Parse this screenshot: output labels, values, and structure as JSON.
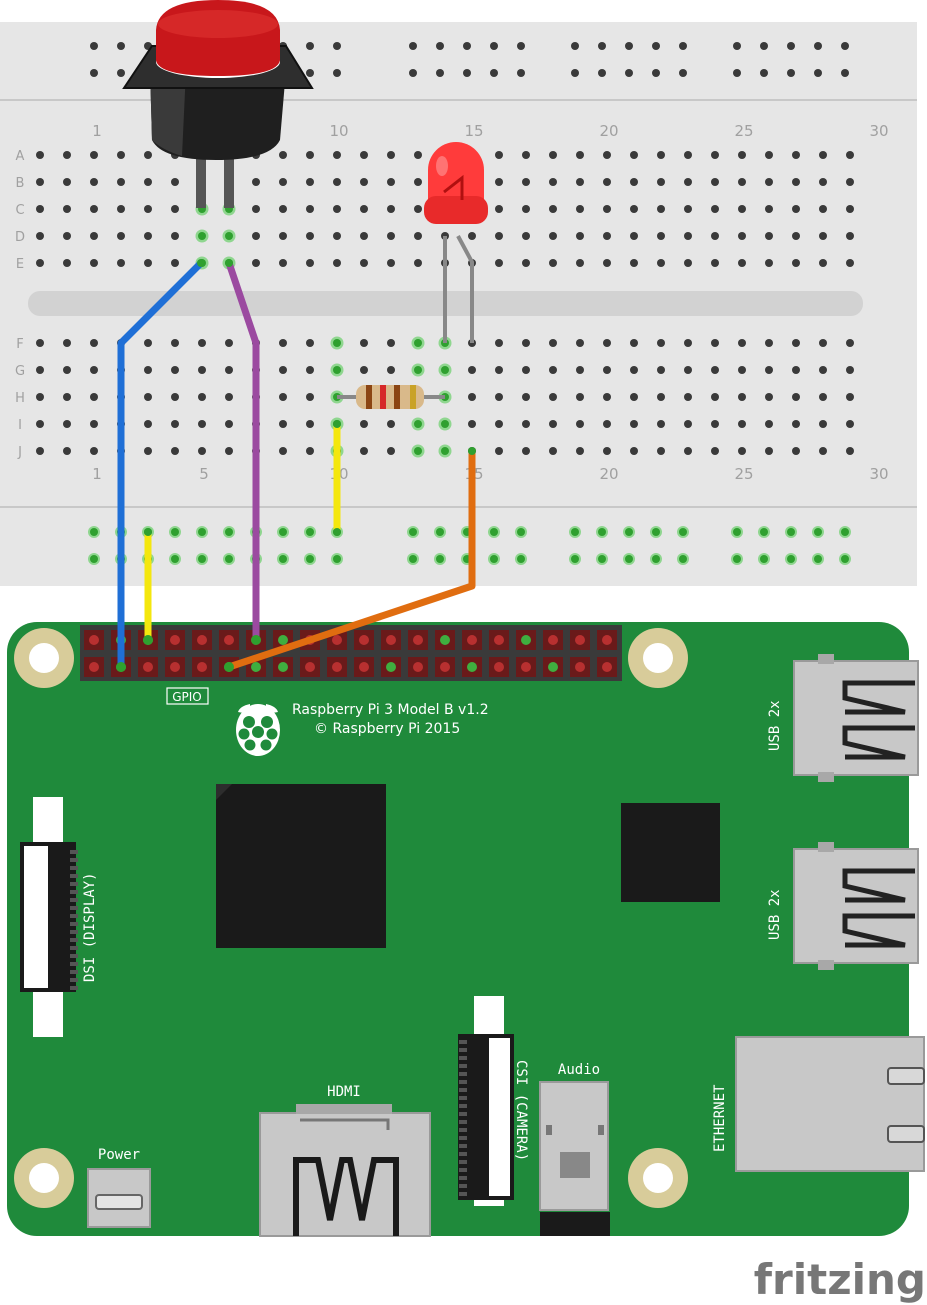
{
  "breadboard": {
    "row_letters_top": [
      "A",
      "B",
      "C",
      "D",
      "E"
    ],
    "row_letters_bottom": [
      "F",
      "G",
      "H",
      "I",
      "J"
    ],
    "column_numbers": [
      "1",
      "5",
      "10",
      "15",
      "20",
      "25",
      "30"
    ]
  },
  "board": {
    "model_line1": "Raspberry Pi 3 Model B v1.2",
    "model_line2": "© Raspberry Pi 2015",
    "gpio_label": "GPIO",
    "usb_label_top": "USB 2x",
    "usb_label_bottom": "USB 2x",
    "ethernet_label": "ETHERNET",
    "dsi_label": "DSI (DISPLAY)",
    "csi_label": "CSI (CAMERA)",
    "audio_label": "Audio",
    "hdmi_label": "HDMI",
    "power_label": "Power",
    "board_color": "#1f8a3b"
  },
  "components": {
    "button_color": "#c8171b",
    "led_color": "#ff3b3b",
    "resistor_bands": [
      "#8b4513",
      "#d62828",
      "#8b4513",
      "#c9a227"
    ]
  },
  "wires": [
    {
      "name": "blue",
      "color": "#1f6fd6"
    },
    {
      "name": "purple",
      "color": "#9b4aa0"
    },
    {
      "name": "yellow-left",
      "color": "#f4e70e"
    },
    {
      "name": "yellow-mid",
      "color": "#f4e70e"
    },
    {
      "name": "orange",
      "color": "#e06d10"
    }
  ],
  "brand": {
    "logo_text": "fritzing"
  }
}
